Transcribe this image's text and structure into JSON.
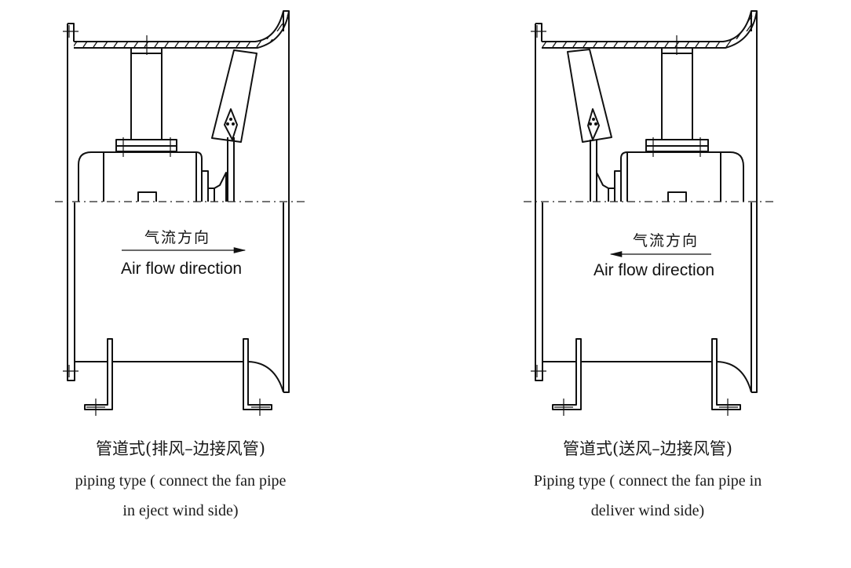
{
  "diagrams": [
    {
      "id": "eject",
      "flow_direction": "right",
      "flow_label_cn": "气流方向",
      "flow_label_en": "Air flow direction",
      "caption_cn": "管道式(排风–边接风管)",
      "caption_en_line1": "piping type ( connect the fan pipe",
      "caption_en_line2": "in eject wind side)"
    },
    {
      "id": "deliver",
      "flow_direction": "left",
      "flow_label_cn": "气流方向",
      "flow_label_en": "Air flow direction",
      "caption_cn": "管道式(送风–边接风管)",
      "caption_en_line1": "Piping type ( connect the fan pipe in",
      "caption_en_line2": "deliver wind side)"
    }
  ],
  "colors": {
    "line": "#111111",
    "background": "#ffffff"
  }
}
